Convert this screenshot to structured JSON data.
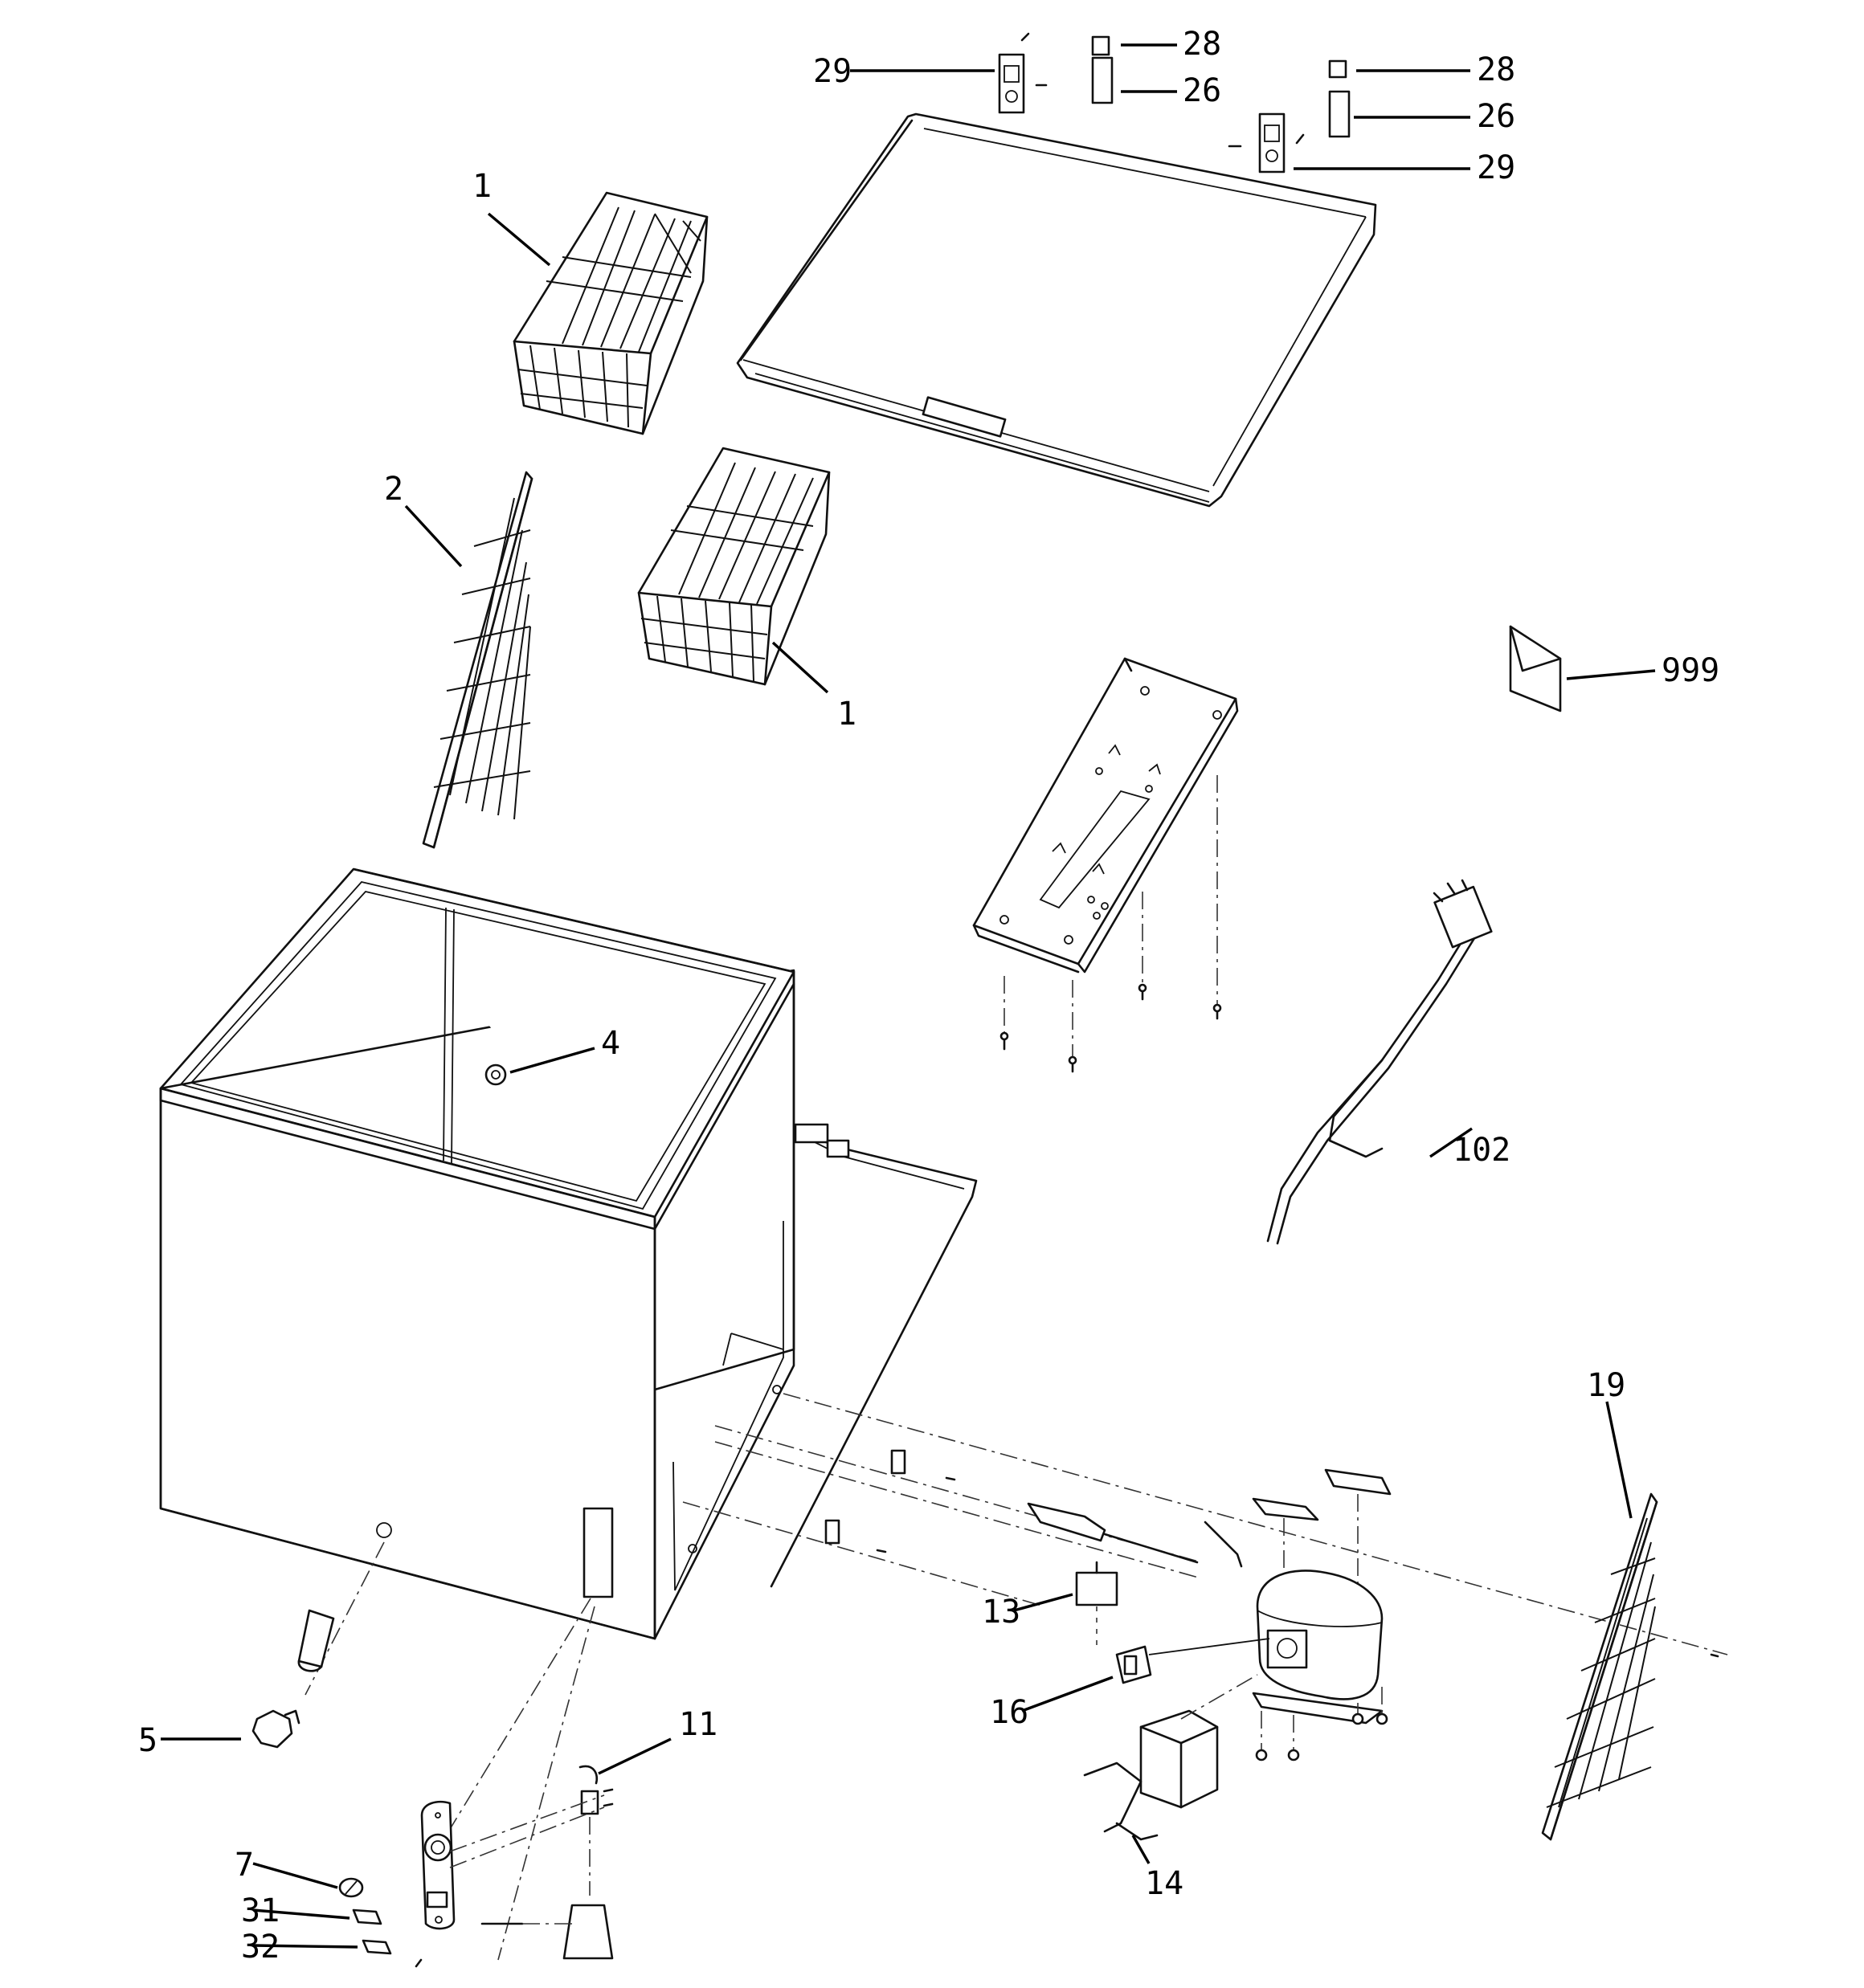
{
  "labels": {
    "basket_upper": "1",
    "basket_lower": "1",
    "evaporator_panel": "2",
    "drain_plug_inner": "4",
    "drain_plug": "5",
    "thermostat_knob": "7",
    "thermostat_wire": "11",
    "overload": "13",
    "compressor_clip": "14",
    "relay": "16",
    "condenser": "19",
    "hinge_cover_left": "26",
    "hinge_cover_right": "26",
    "hinge_cap_left": "28",
    "hinge_cap_right": "28",
    "hinge_left": "29",
    "hinge_right": "29",
    "bracket_31": "31",
    "bracket_32": "32",
    "power_cord": "102",
    "literature": "999"
  }
}
